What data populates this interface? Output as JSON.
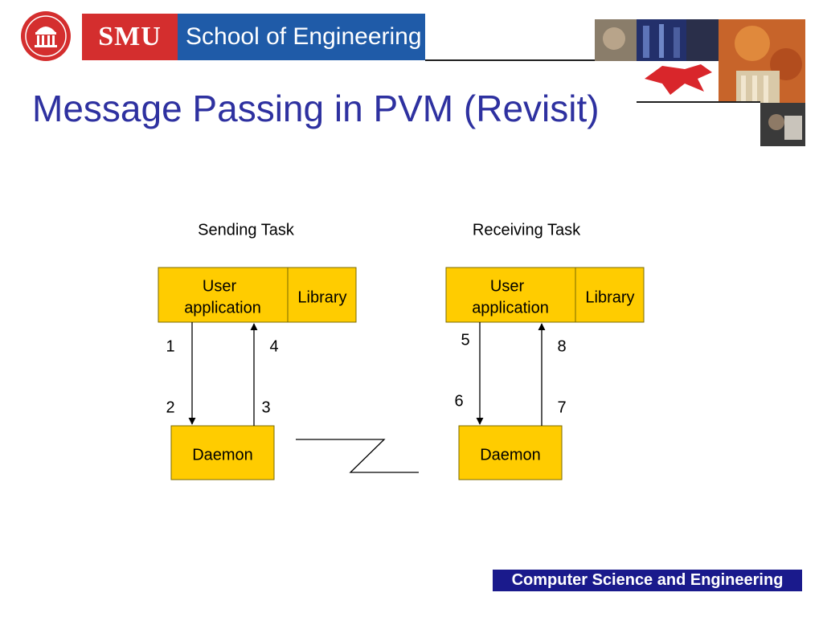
{
  "header": {
    "brand": "SMU",
    "school": "School of Engineering"
  },
  "slide": {
    "title": "Message Passing in PVM (Revisit)"
  },
  "diagram": {
    "sending": {
      "label": "Sending Task",
      "user_app": [
        "User",
        "application"
      ],
      "library": "Library",
      "daemon": "Daemon",
      "steps": [
        "1",
        "2",
        "3",
        "4"
      ]
    },
    "receiving": {
      "label": "Receiving Task",
      "user_app": [
        "User",
        "application"
      ],
      "library": "Library",
      "daemon": "Daemon",
      "steps": [
        "5",
        "6",
        "7",
        "8"
      ]
    },
    "colors": {
      "box_fill": "#ffcc00",
      "box_stroke": "#7a6a00",
      "line": "#000000"
    }
  },
  "footer": {
    "text": "Computer Science and Engineering"
  }
}
